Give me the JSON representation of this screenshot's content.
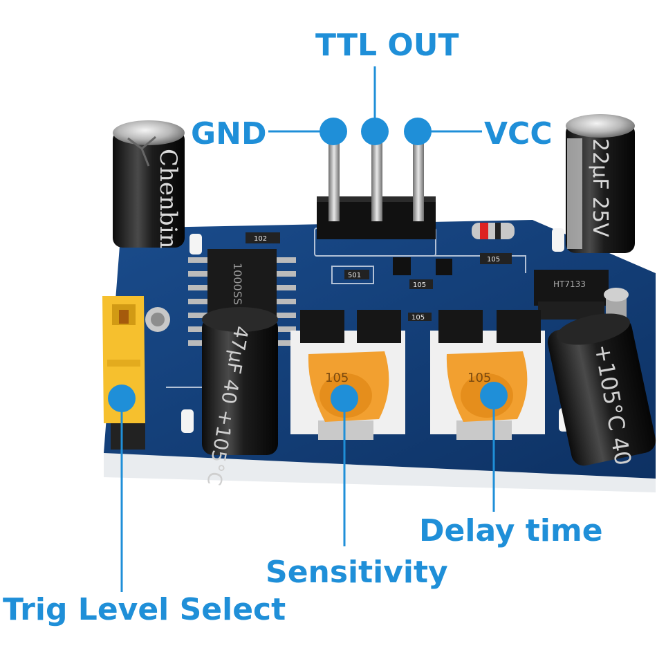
{
  "labels": {
    "ttl_out": "TTL OUT",
    "gnd": "GND",
    "vcc": "VCC",
    "delay_time": "Delay time",
    "sensitivity": "Sensitivity",
    "trig_level_select": "Trig Level Select"
  },
  "components": {
    "left_cap_brand": "Chenbin",
    "right_top_cap_text": "22μF 25V",
    "center_cap_text": "47μF 40 +105°C",
    "right_bottom_cap_text": "+105°C 40",
    "ic_text": "1000SS",
    "regulator_text": "HT7133",
    "pot_marking": "105",
    "resistor_codes": [
      "102",
      "105",
      "105",
      "501",
      "105"
    ]
  },
  "colors": {
    "accent": "#1f8fd8",
    "pcb": "#123e7a",
    "pot": "#f2a030",
    "jumper": "#f6c02e"
  }
}
